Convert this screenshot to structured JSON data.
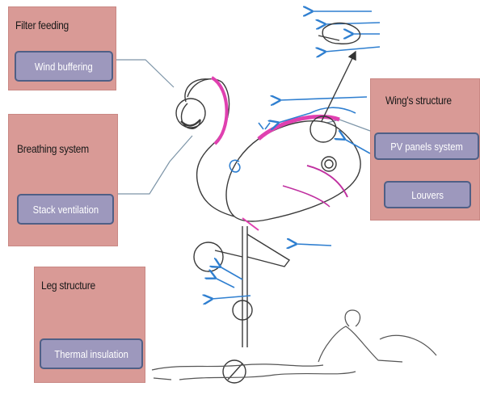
{
  "panels": {
    "filter": {
      "title": "Filter feeding",
      "pill": "Wind buffering"
    },
    "breathing": {
      "title": "Breathing system",
      "pill": "Stack ventilation"
    },
    "leg": {
      "title": "Leg structure",
      "pill": "Thermal insulation"
    },
    "wing": {
      "title": "Wing's structure",
      "pill_top": "PV panels system",
      "pill_bottom": "Louvers"
    }
  },
  "colors": {
    "panel_fill": "#d99a96",
    "pill_fill": "#9d98bd",
    "pill_border": "#4f5f86",
    "wind_arrows": "#2f7fd0",
    "flamingo_pink": "#e040b0",
    "sketch_lines": "#3a3a3a"
  }
}
